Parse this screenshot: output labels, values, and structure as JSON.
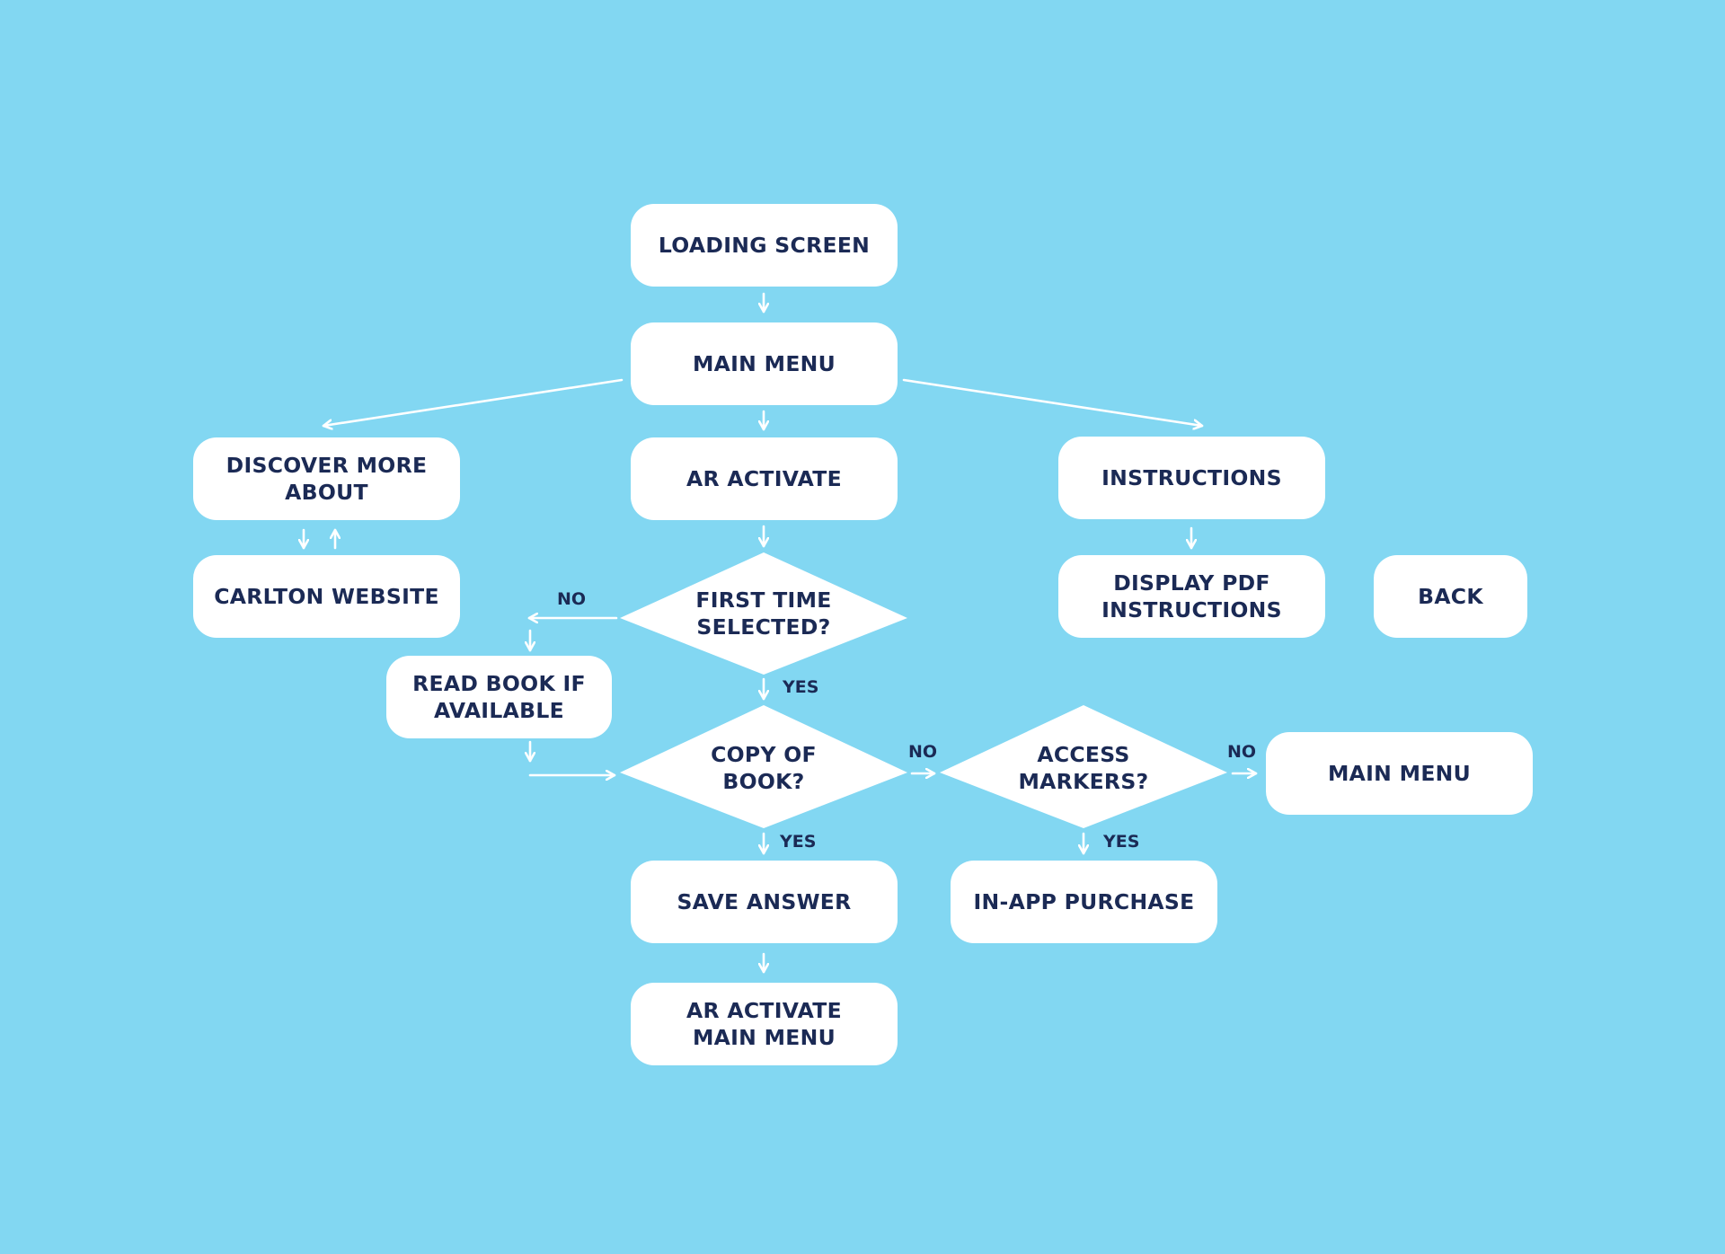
{
  "colors": {
    "background": "#82d7f2",
    "box": "#ffffff",
    "text": "#1b2a55",
    "arrow": "#ffffff"
  },
  "nodes": {
    "loading_screen": "LOADING SCREEN",
    "main_menu": "MAIN MENU",
    "discover_more": "DISCOVER MORE\nABOUT",
    "ar_activate": "AR ACTIVATE",
    "instructions": "INSTRUCTIONS",
    "carlton_website": "CARLTON WEBSITE",
    "display_pdf": "DISPLAY PDF\nINSTRUCTIONS",
    "back": "BACK",
    "read_book": "READ BOOK IF\nAVAILABLE",
    "save_answer": "SAVE ANSWER",
    "ar_activate_main_menu": "AR ACTIVATE\nMAIN MENU",
    "in_app_purchase": "IN-APP PURCHASE",
    "main_menu_2": "MAIN MENU"
  },
  "decisions": {
    "first_time": "FIRST TIME\nSELECTED?",
    "copy_of_book": "COPY OF\nBOOK?",
    "access_markers": "ACCESS\nMARKERS?"
  },
  "edge_labels": {
    "first_time_no": "NO",
    "first_time_yes": "YES",
    "copy_no": "NO",
    "copy_yes": "YES",
    "access_no": "NO",
    "access_yes": "YES"
  }
}
